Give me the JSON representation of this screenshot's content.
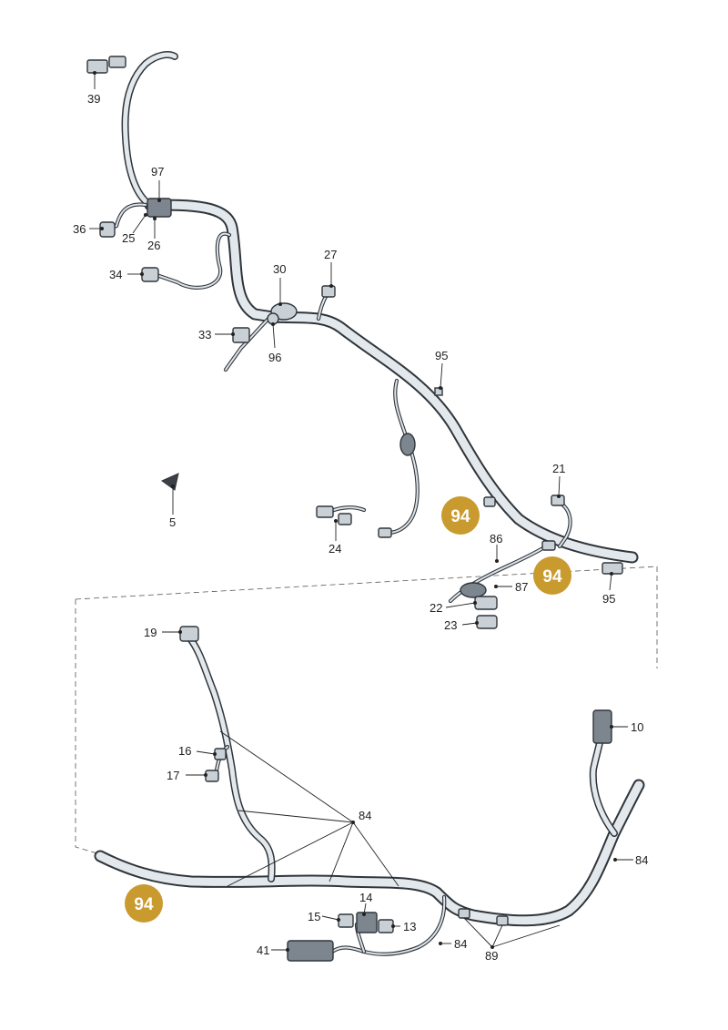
{
  "callouts": {
    "c39": "39",
    "c97": "97",
    "c36": "36",
    "c25": "25",
    "c26": "26",
    "c34": "34",
    "c30": "30",
    "c27": "27",
    "c33": "33",
    "c96": "96",
    "c95a": "95",
    "c21": "21",
    "c5": "5",
    "c24": "24",
    "c86": "86",
    "c87": "87",
    "c22": "22",
    "c23": "23",
    "c95b": "95",
    "c19": "19",
    "c10": "10",
    "c16": "16",
    "c17": "17",
    "c84a": "84",
    "c84b": "84",
    "c15": "15",
    "c14": "14",
    "c13": "13",
    "c41": "41",
    "c84c": "84",
    "c89": "89"
  },
  "badges": {
    "b1": "94",
    "b2": "94",
    "b3": "94"
  },
  "colors": {
    "badge": "#c99a2e",
    "harness": "#e3e8ec",
    "outline": "#2f353b"
  }
}
